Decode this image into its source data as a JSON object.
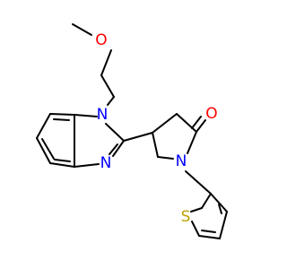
{
  "molecule": {
    "atoms": {
      "methoxy_oxygen": {
        "label": "O",
        "color": "#ff0000"
      },
      "benzimidazole_n1": {
        "label": "N",
        "color": "#0000ff"
      },
      "benzimidazole_n3": {
        "label": "N",
        "color": "#0000ff"
      },
      "carbonyl_oxygen": {
        "label": "O",
        "color": "#ff0000"
      },
      "lactam_nitrogen": {
        "label": "N",
        "color": "#0000ff"
      },
      "thiophene_sulfur": {
        "label": "S",
        "color": "#b8a400"
      }
    },
    "bond_color": "#000000"
  }
}
